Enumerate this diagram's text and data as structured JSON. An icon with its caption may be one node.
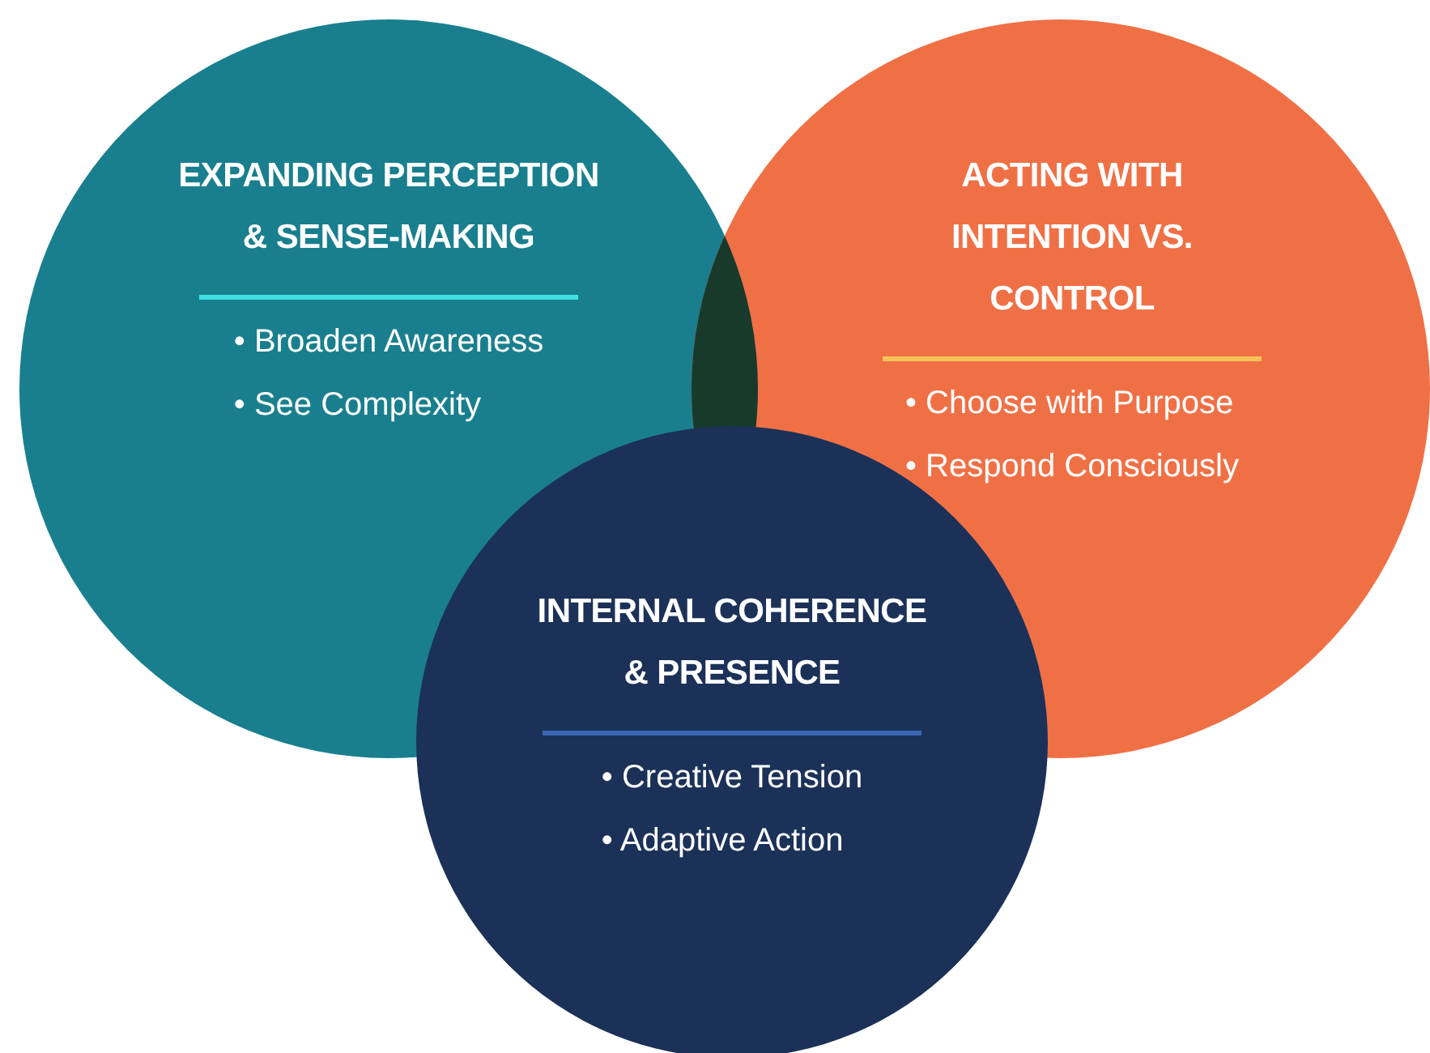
{
  "diagram": {
    "nodes": [
      {
        "text": [
          "EXPANDING PERCEPTION & SENSE-MAKING",
          "• Broaden Awareness",
          "• See Complexity"
        ]
      },
      {
        "text": [
          "ACTING WITH INTENTION VS. CONTROL",
          "• Choose with Purpose",
          "• Respond Consciously"
        ]
      },
      {
        "text": [
          "INTERNAL COHERENCE & PRESENCE",
          "• Creative Tension",
          "• Adaptive Action"
        ]
      }
    ]
  }
}
